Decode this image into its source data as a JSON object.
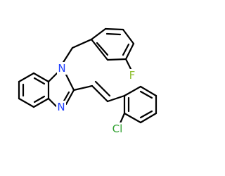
{
  "atoms": {
    "n1": "N",
    "n3": "N",
    "fluorine": "F",
    "chlorine": "Cl"
  },
  "colors": {
    "bond": "#000000",
    "nitrogen": "#1f3fff",
    "fluorine": "#8fbf2f",
    "chlorine": "#2fa02f",
    "background": "#ffffff"
  }
}
